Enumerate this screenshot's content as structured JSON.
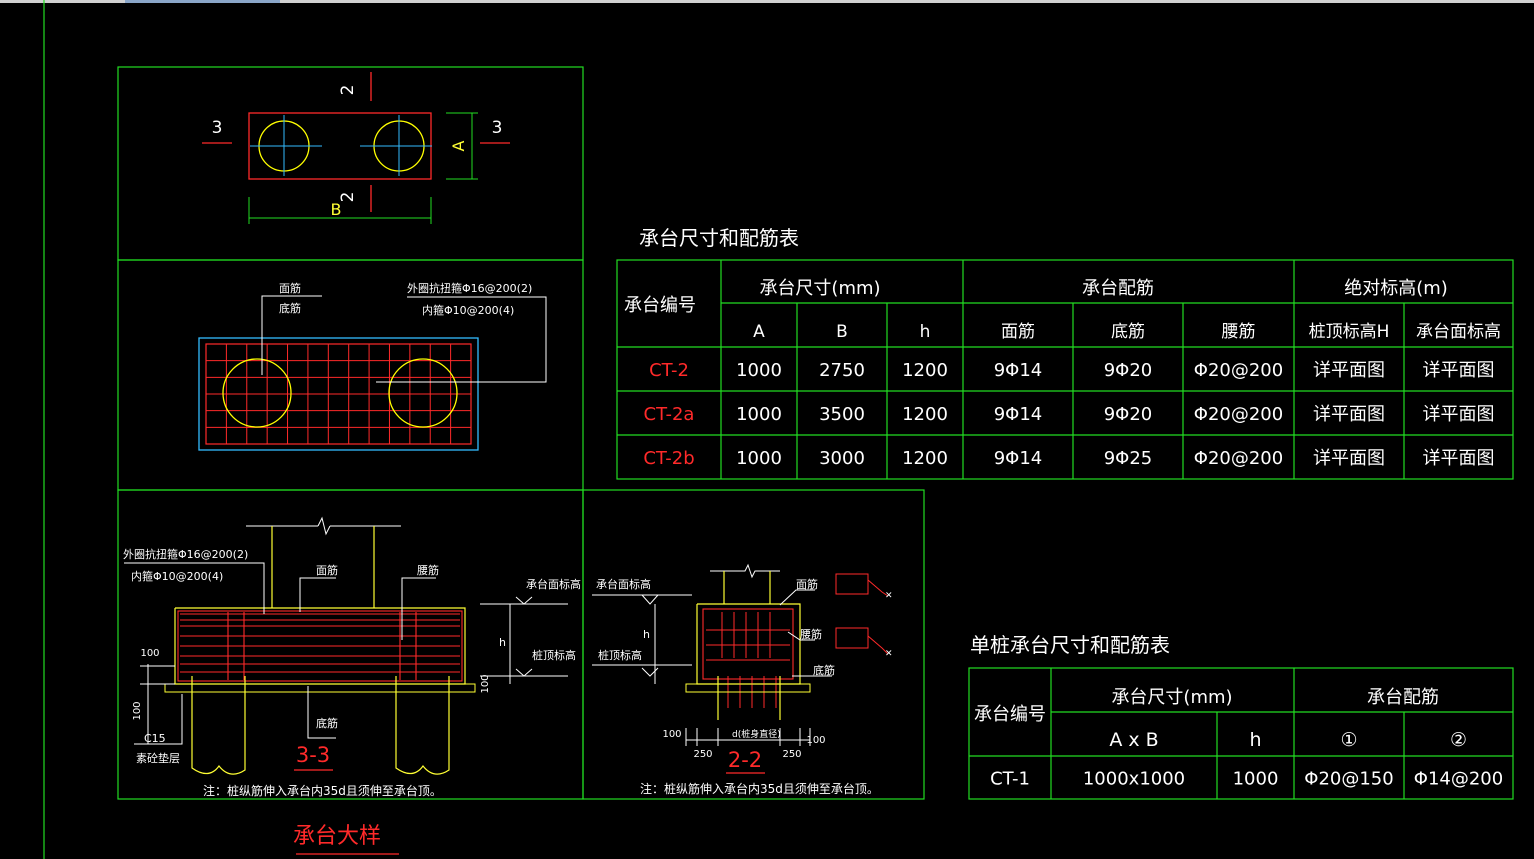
{
  "colors": {
    "background": "#000000",
    "frame": "#22dd22",
    "text": "#ffffff",
    "red": "#ff2a2a",
    "yellow": "#ffff33",
    "cyan": "#33bbff",
    "pile": "#ffff00"
  },
  "plan_view": {
    "section_mark_left": "3",
    "section_mark_right": "3",
    "section_mark_top": "2",
    "section_mark_bottom": "2",
    "dim_A": "A",
    "dim_B": "B"
  },
  "rebar_plan": {
    "label_top_bar": "面筋",
    "label_bottom_bar": "底筋",
    "label_outer_stirrup": "外圈抗扭箍Φ16@200(2)",
    "label_inner_stirrup": "内箍Φ10@200(4)"
  },
  "section_3_3": {
    "label_outer_stirrup": "外圈抗扭箍Φ16@200(2)",
    "label_inner_stirrup": "内箍Φ10@200(4)",
    "label_top_bar": "面筋",
    "label_waist_bar": "腰筋",
    "label_bottom_bar": "底筋",
    "label_cap_top_elev": "承台面标高",
    "label_pile_top_elev": "桩顶标高",
    "label_h": "h",
    "dim_100a": "100",
    "dim_100b": "100",
    "dim_100c": "100",
    "label_c15": "C15",
    "label_cushion": "素砼垫层",
    "title": "3-3",
    "note": "注：桩纵筋伸入承台内35d且须伸至承台顶。"
  },
  "section_2_2": {
    "label_cap_top_elev": "承台面标高",
    "label_pile_top_elev": "桩顶标高",
    "label_top_bar": "面筋",
    "label_waist_bar": "腰筋",
    "label_bottom_bar": "底筋",
    "label_h": "h",
    "dim_100a": "100",
    "dim_100b": "100",
    "dim_250a": "250",
    "dim_250b": "250",
    "dim_d": "d(桩身直径)",
    "title": "2-2",
    "note": "注：桩纵筋伸入承台内35d且须伸至承台顶。"
  },
  "detail_title": "承台大样",
  "table1": {
    "title": "承台尺寸和配筋表",
    "header_id": "承台编号",
    "header_size": "承台尺寸(mm)",
    "header_rebar": "承台配筋",
    "header_elev": "绝对标高(m)",
    "sub_headers": [
      "A",
      "B",
      "h",
      "面筋",
      "底筋",
      "腰筋",
      "桩顶标高H",
      "承台面标高"
    ],
    "rows": [
      [
        "CT-2",
        "1000",
        "2750",
        "1200",
        "9Φ14",
        "9Φ20",
        "Φ20@200",
        "详平面图",
        "详平面图"
      ],
      [
        "CT-2a",
        "1000",
        "3500",
        "1200",
        "9Φ14",
        "9Φ20",
        "Φ20@200",
        "详平面图",
        "详平面图"
      ],
      [
        "CT-2b",
        "1000",
        "3000",
        "1200",
        "9Φ14",
        "9Φ25",
        "Φ20@200",
        "详平面图",
        "详平面图"
      ]
    ]
  },
  "table2": {
    "title": "单桩承台尺寸和配筋表",
    "header_id": "承台编号",
    "header_size": "承台尺寸(mm)",
    "header_rebar": "承台配筋",
    "sub_headers": [
      "A x B",
      "h",
      "①",
      "②"
    ],
    "rows": [
      [
        "CT-1",
        "1000x1000",
        "1000",
        "Φ20@150",
        "Φ14@200"
      ]
    ]
  }
}
